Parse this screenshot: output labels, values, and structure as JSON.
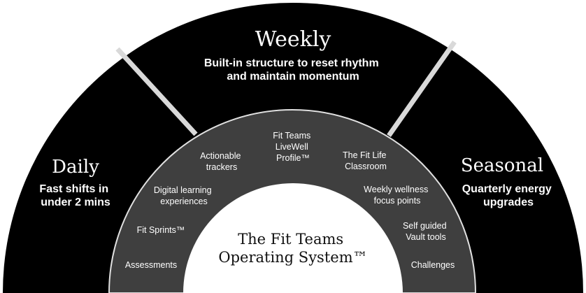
{
  "outer_ring": {
    "daily": {
      "title": "Daily",
      "lines": [
        "Fast shifts in",
        "under 2 mins"
      ]
    },
    "weekly": {
      "title": "Weekly",
      "lines": [
        "Built-in structure to reset rhythm",
        "and maintain momentum"
      ]
    },
    "seasonal": {
      "title": "Seasonal",
      "lines": [
        "Quarterly energy",
        "upgrades"
      ]
    }
  },
  "middle_ring": {
    "items": [
      {
        "lines": [
          "Assessments"
        ]
      },
      {
        "lines": [
          "Fit Sprints™"
        ]
      },
      {
        "lines": [
          "Digital learning",
          "experiences"
        ]
      },
      {
        "lines": [
          "Actionable",
          "trackers"
        ]
      },
      {
        "lines": [
          "Fit Teams",
          "LiveWell",
          "Profile™"
        ]
      },
      {
        "lines": [
          "The Fit Life",
          "Classroom"
        ]
      },
      {
        "lines": [
          "Weekly wellness",
          "focus points"
        ]
      },
      {
        "lines": [
          "Self guided",
          "Vault tools"
        ]
      },
      {
        "lines": [
          "Challenges"
        ]
      }
    ]
  },
  "center": {
    "lines": [
      "The Fit Teams",
      "Operating System™"
    ]
  },
  "colors": {
    "outer": "#000000",
    "middle": "#3f3f3f",
    "divider": "#d9d9d9",
    "center": "#ffffff",
    "text_light": "#ffffff",
    "text_dark": "#111111"
  }
}
